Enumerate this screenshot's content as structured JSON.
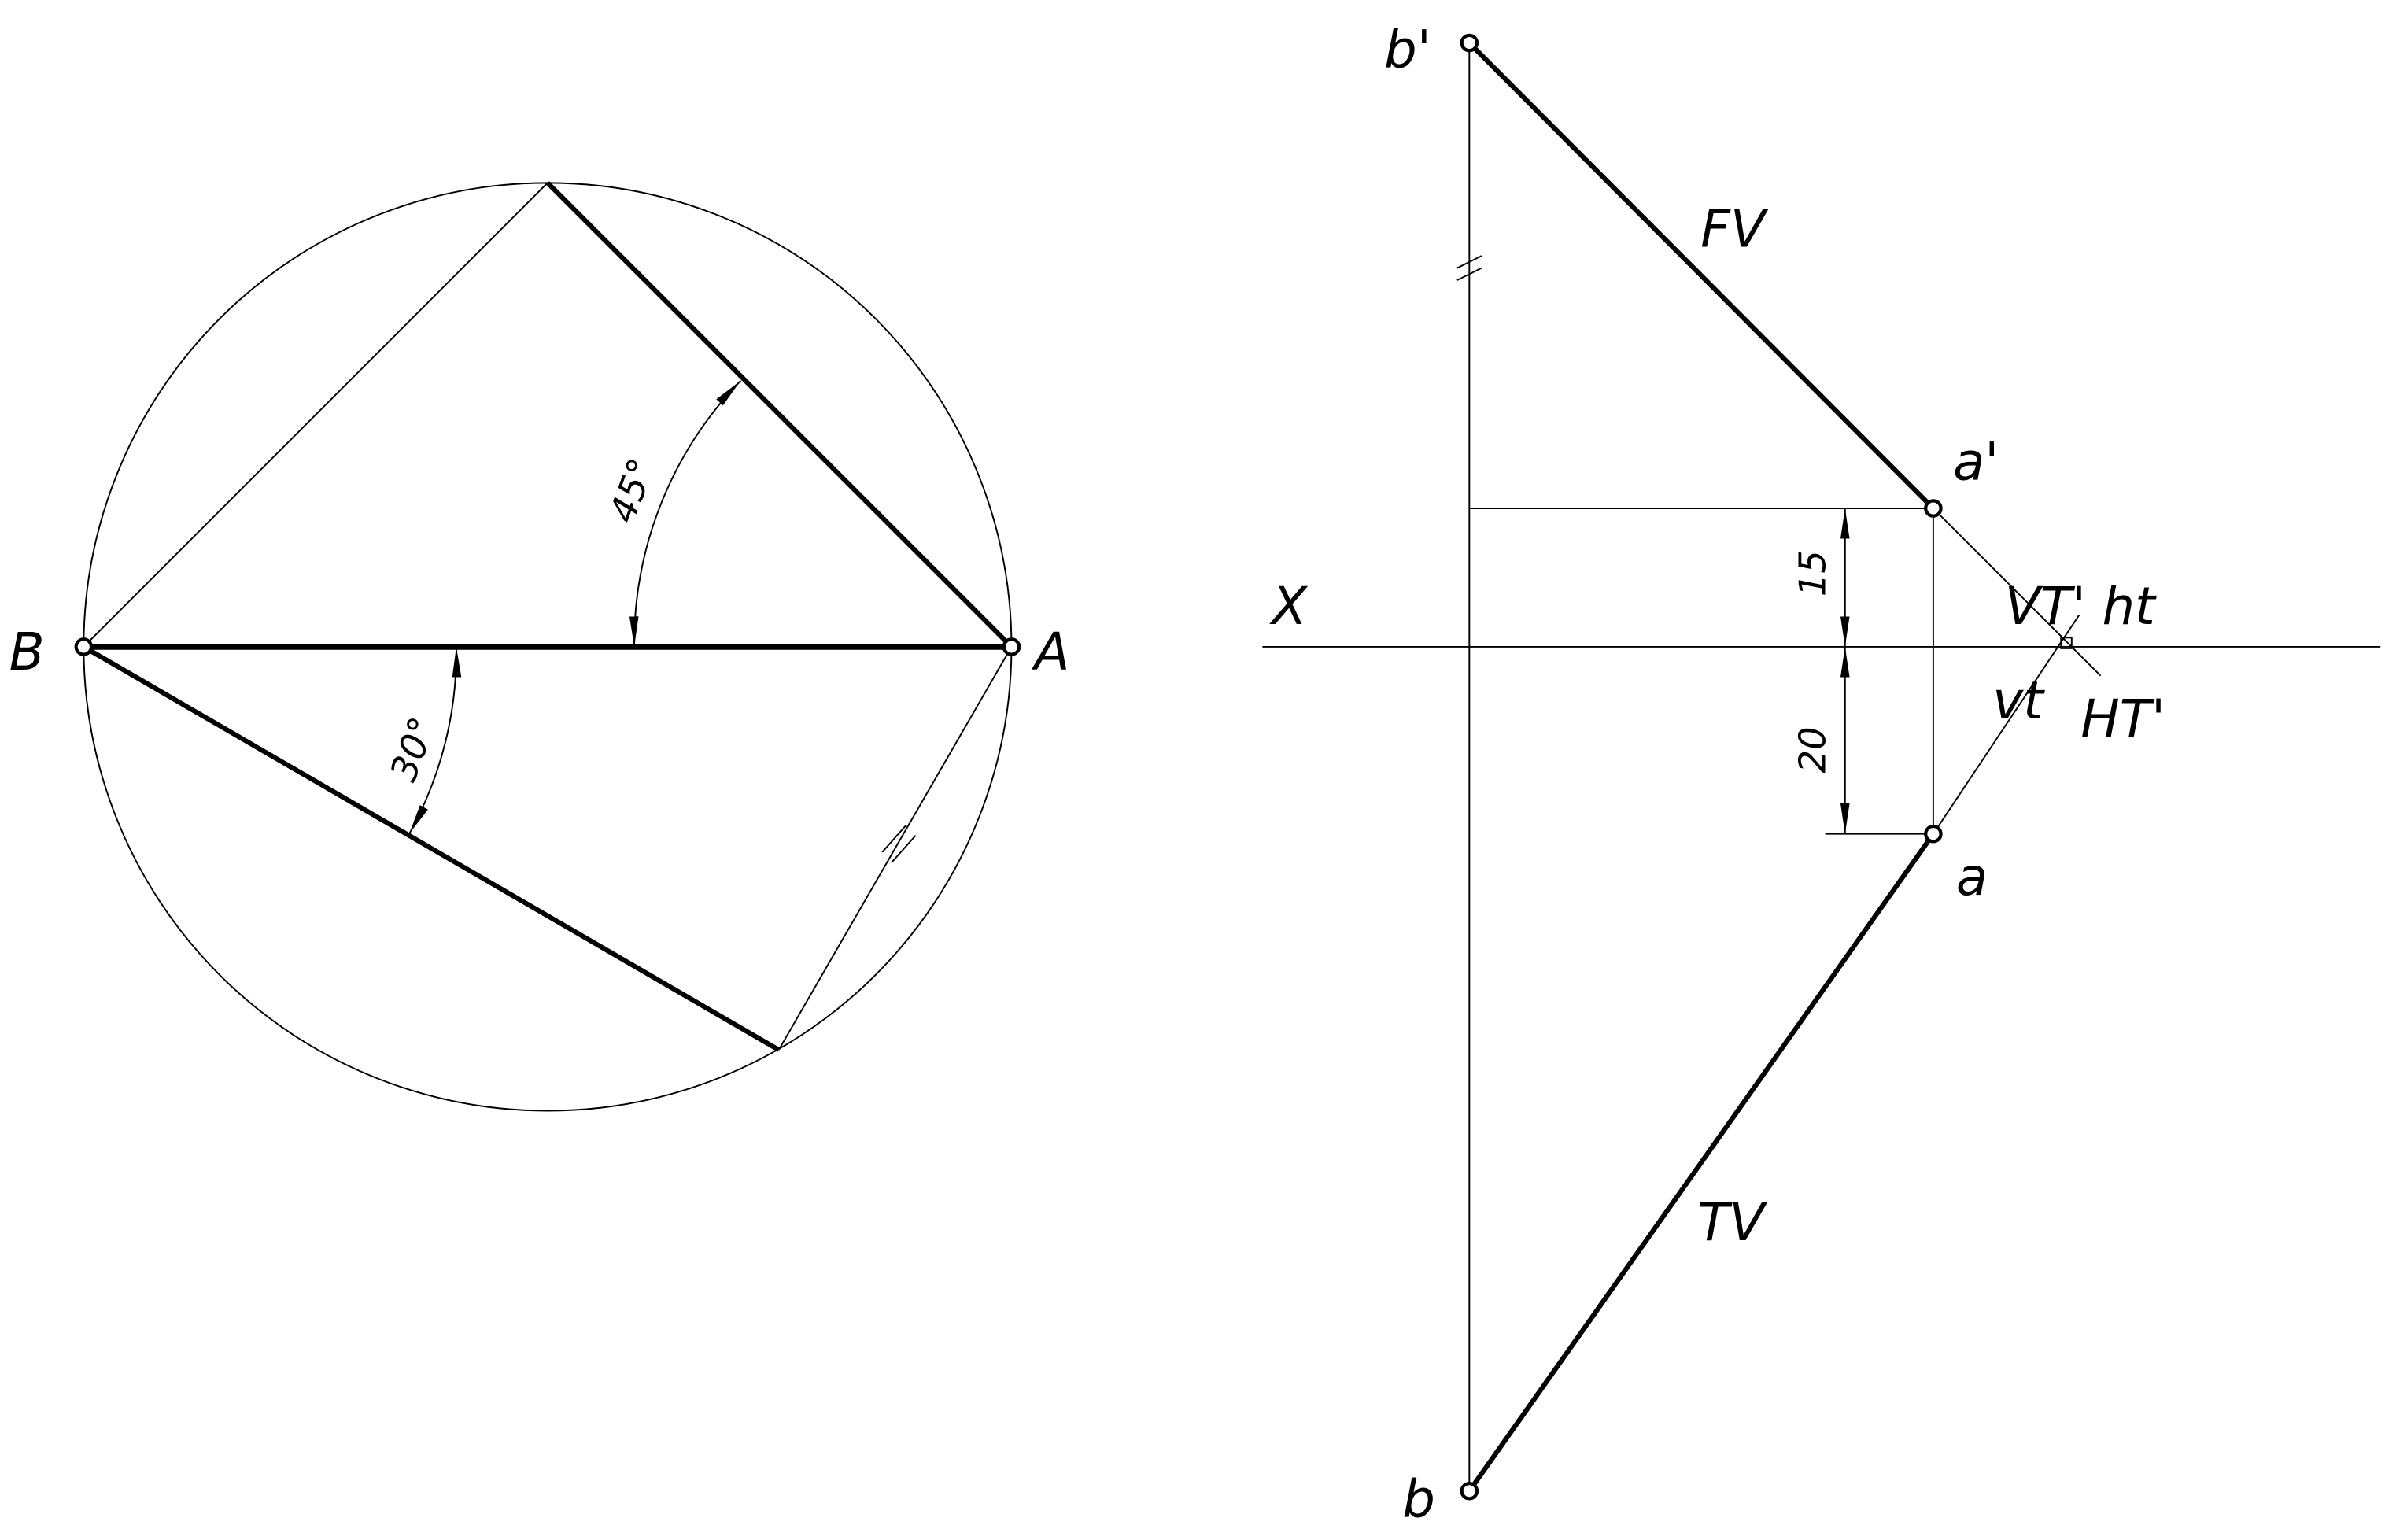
{
  "left_view": {
    "point_A": "A",
    "point_B": "B",
    "angle_upper": "45°",
    "angle_lower": "30°"
  },
  "right_view": {
    "axis_label": "X",
    "b_prime": "b'",
    "b": "b",
    "a_prime": "a'",
    "a": "a",
    "front_view": "FV",
    "top_view": "TV",
    "vt_prime": "VT'",
    "ht": "ht",
    "vt": "vt",
    "ht_prime": "HT'",
    "dim_above": "15",
    "dim_below": "20"
  }
}
